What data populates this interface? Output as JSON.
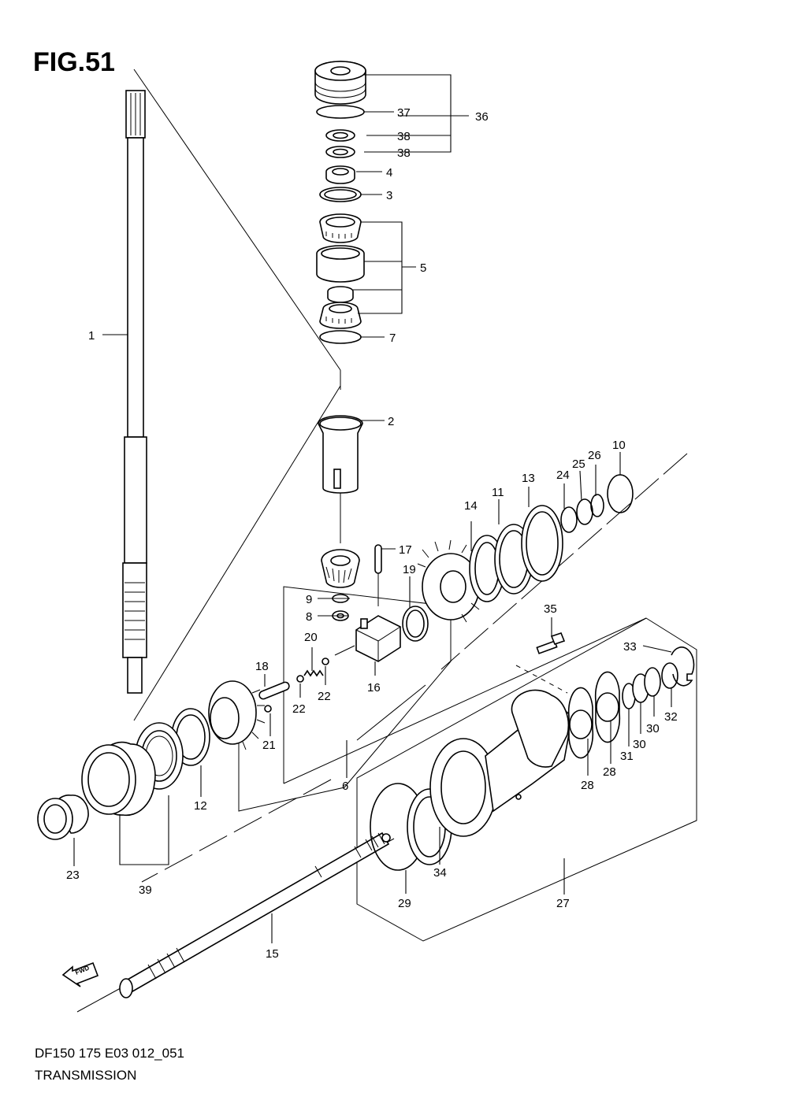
{
  "figure": {
    "title": "FIG.51",
    "code": "DF150 175 E03 012_051",
    "name": "TRANSMISSION",
    "fwd_badge": "FWD"
  },
  "callouts": [
    {
      "id": "c1",
      "text": "1"
    },
    {
      "id": "c2",
      "text": "2"
    },
    {
      "id": "c3",
      "text": "3"
    },
    {
      "id": "c4",
      "text": "4"
    },
    {
      "id": "c5",
      "text": "5"
    },
    {
      "id": "c6",
      "text": "6"
    },
    {
      "id": "c7",
      "text": "7"
    },
    {
      "id": "c8",
      "text": "8"
    },
    {
      "id": "c9",
      "text": "9"
    },
    {
      "id": "c10",
      "text": "10"
    },
    {
      "id": "c11",
      "text": "11"
    },
    {
      "id": "c12",
      "text": "12"
    },
    {
      "id": "c13",
      "text": "13"
    },
    {
      "id": "c14",
      "text": "14"
    },
    {
      "id": "c15",
      "text": "15"
    },
    {
      "id": "c16",
      "text": "16"
    },
    {
      "id": "c17",
      "text": "17"
    },
    {
      "id": "c18",
      "text": "18"
    },
    {
      "id": "c19",
      "text": "19"
    },
    {
      "id": "c20",
      "text": "20"
    },
    {
      "id": "c21",
      "text": "21"
    },
    {
      "id": "c22a",
      "text": "22"
    },
    {
      "id": "c22b",
      "text": "22"
    },
    {
      "id": "c23",
      "text": "23"
    },
    {
      "id": "c24",
      "text": "24"
    },
    {
      "id": "c25",
      "text": "25"
    },
    {
      "id": "c26",
      "text": "26"
    },
    {
      "id": "c27",
      "text": "27"
    },
    {
      "id": "c28a",
      "text": "28"
    },
    {
      "id": "c28b",
      "text": "28"
    },
    {
      "id": "c29",
      "text": "29"
    },
    {
      "id": "c30a",
      "text": "30"
    },
    {
      "id": "c30b",
      "text": "30"
    },
    {
      "id": "c31",
      "text": "31"
    },
    {
      "id": "c32",
      "text": "32"
    },
    {
      "id": "c33",
      "text": "33"
    },
    {
      "id": "c34",
      "text": "34"
    },
    {
      "id": "c35",
      "text": "35"
    },
    {
      "id": "c36",
      "text": "36"
    },
    {
      "id": "c37",
      "text": "37"
    },
    {
      "id": "c38a",
      "text": "38"
    },
    {
      "id": "c38b",
      "text": "38"
    },
    {
      "id": "c39",
      "text": "39"
    }
  ]
}
